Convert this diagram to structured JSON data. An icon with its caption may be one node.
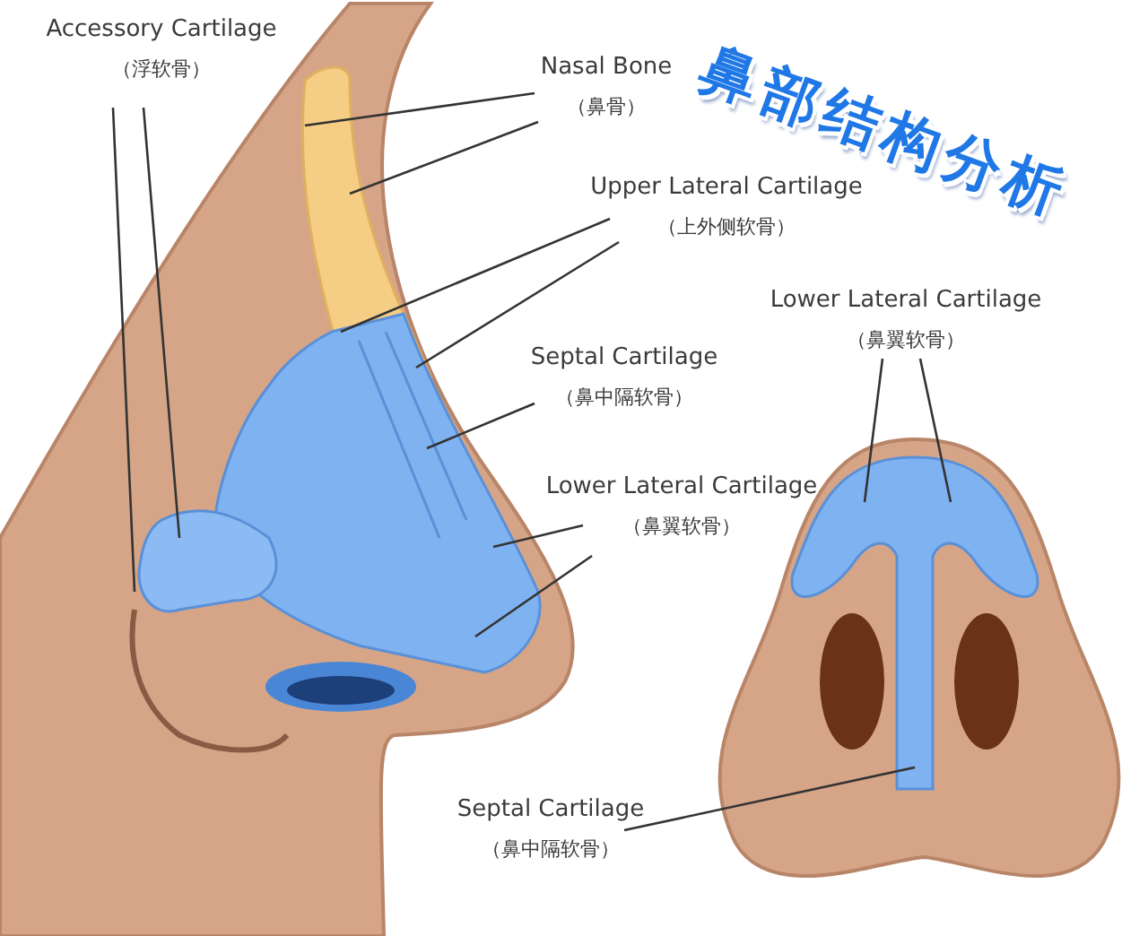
{
  "diagram": {
    "title": "鼻部结构分析",
    "nodes": [
      {
        "text": [
          "Accessory Cartilage",
          "（浮软骨）"
        ]
      },
      {
        "text": [
          "Nasal Bone",
          "（鼻骨）"
        ]
      },
      {
        "text": [
          "Upper Lateral Cartilage",
          "（上外侧软骨）"
        ]
      },
      {
        "text": [
          "Septal Cartilage",
          "（鼻中隔软骨）"
        ]
      },
      {
        "text": [
          "Lower Lateral Cartilage",
          "（鼻翼软骨）"
        ]
      },
      {
        "text": [
          "Lower Lateral Cartilage",
          "（鼻翼软骨）"
        ]
      },
      {
        "text": [
          "Septal Cartilage",
          "（鼻中隔软骨）"
        ]
      }
    ],
    "edges": [
      {
        "from": 0,
        "to": null,
        "arrow": "none"
      },
      {
        "from": 0,
        "to": null,
        "arrow": "none"
      },
      {
        "from": 1,
        "to": null,
        "arrow": "none"
      },
      {
        "from": 1,
        "to": null,
        "arrow": "none"
      },
      {
        "from": 2,
        "to": null,
        "arrow": "none"
      },
      {
        "from": 2,
        "to": null,
        "arrow": "none"
      },
      {
        "from": 3,
        "to": null,
        "arrow": "none"
      },
      {
        "from": 4,
        "to": null,
        "arrow": "none"
      },
      {
        "from": 4,
        "to": null,
        "arrow": "none"
      },
      {
        "from": 5,
        "to": null,
        "arrow": "none"
      },
      {
        "from": 5,
        "to": null,
        "arrow": "none"
      },
      {
        "from": 6,
        "to": null,
        "arrow": "none"
      }
    ]
  }
}
